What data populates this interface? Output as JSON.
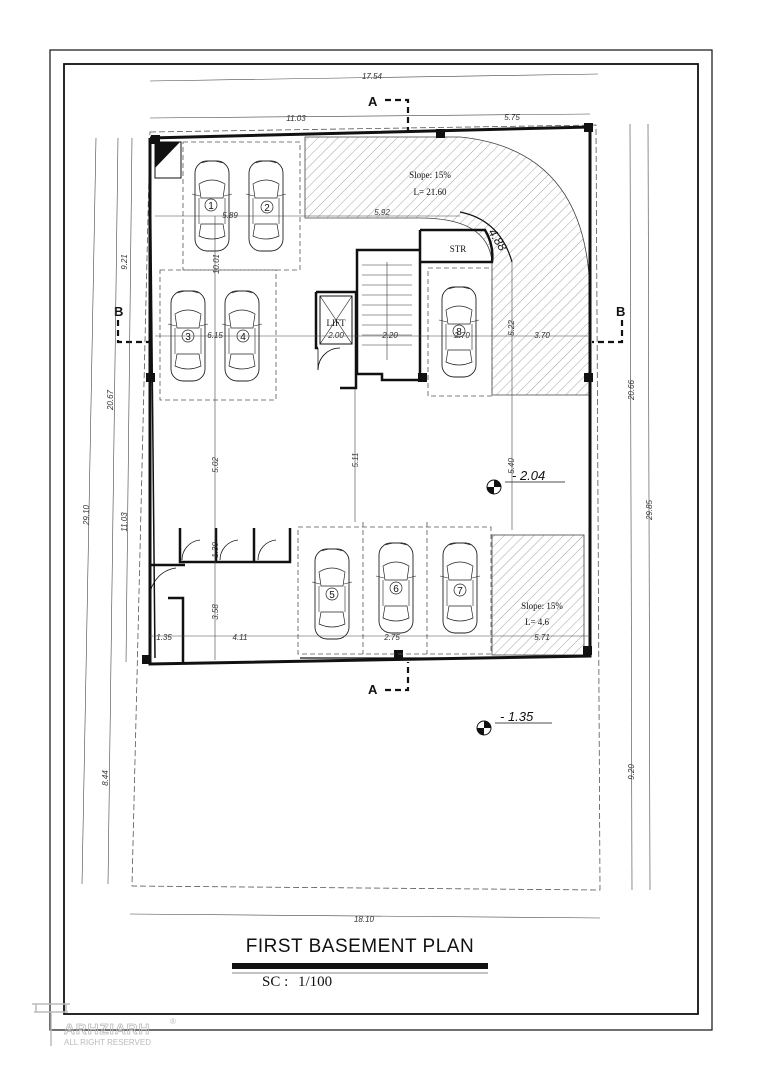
{
  "title": "FIRST BASEMENT PLAN",
  "scale_label": "SC :",
  "scale_value": "1/100",
  "watermark": {
    "name": "ARHZIARH",
    "tagline": "ALL RIGHT RESERVED",
    "mark": "®"
  },
  "sections": {
    "a_top": "A",
    "a_bottom": "A",
    "b_left": "B",
    "b_right": "B"
  },
  "rooms": {
    "lift": "LIFT",
    "stair": "STR"
  },
  "ramp_top": {
    "slope": "Slope: 15%",
    "length": "L= 21.60"
  },
  "ramp_bottom": {
    "slope": "Slope: 15%",
    "length": "L= 4.6"
  },
  "levels": {
    "main": "- 2.04",
    "yard": "- 1.35"
  },
  "curve_radius": "4.88",
  "parking_spaces": [
    "1",
    "2",
    "3",
    "4",
    "5",
    "6",
    "7",
    "8"
  ],
  "dimensions": {
    "d_17_54": "17.54",
    "d_11_03_top": "11.03",
    "d_5_75": "5.75",
    "d_29_10": "29.10",
    "d_20_67": "20.67",
    "d_9_21": "9.21",
    "d_11_03_left": "11.03",
    "d_8_44": "8.44",
    "d_29_85": "29.85",
    "d_20_66": "20.66",
    "d_9_20": "9.20",
    "d_18_10": "18.10",
    "d_5_89": "5.89",
    "d_5_92": "5.92",
    "d_10_01": "10.01",
    "d_6_15": "6.15",
    "d_2_00": "2.00",
    "d_2_20": "2.20",
    "d_2_70": "2.70",
    "d_5_22": "5.22",
    "d_3_70": "3.70",
    "d_5_02": "5.02",
    "d_5_11": "5.11",
    "d_5_40": "5.40",
    "d_1_30": "1.30",
    "d_3_58": "3.58",
    "d_1_35": "1.35",
    "d_4_11": "4.11",
    "d_2_75": "2.75",
    "d_5_71": "5.71"
  },
  "colors": {
    "ink": "#111111",
    "hatch": "#555555",
    "dim": "#444444"
  }
}
